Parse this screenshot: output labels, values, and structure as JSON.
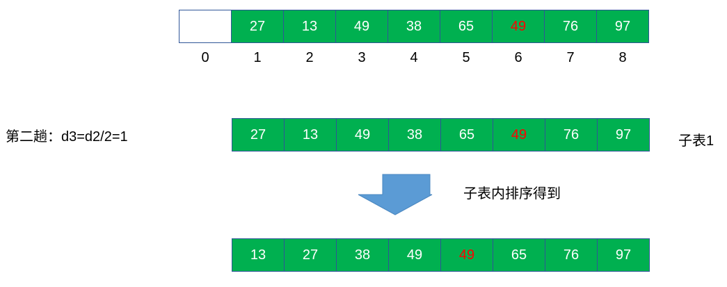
{
  "array_top": {
    "cells": [
      {
        "value": "",
        "empty": true
      },
      {
        "value": "27"
      },
      {
        "value": "13"
      },
      {
        "value": "49"
      },
      {
        "value": "38"
      },
      {
        "value": "65"
      },
      {
        "value": "49",
        "highlight": true
      },
      {
        "value": "76"
      },
      {
        "value": "97"
      }
    ],
    "indices": [
      "0",
      "1",
      "2",
      "3",
      "4",
      "5",
      "6",
      "7",
      "8"
    ]
  },
  "pass_label": "第二趟：d3=d2/2=1",
  "array_mid": {
    "cells": [
      {
        "value": "27"
      },
      {
        "value": "13"
      },
      {
        "value": "49"
      },
      {
        "value": "38"
      },
      {
        "value": "65"
      },
      {
        "value": "49",
        "highlight": true
      },
      {
        "value": "76"
      },
      {
        "value": "97"
      }
    ]
  },
  "sublist_label": "子表1",
  "sort_label": "子表内排序得到",
  "array_bottom": {
    "cells": [
      {
        "value": "13"
      },
      {
        "value": "27"
      },
      {
        "value": "38"
      },
      {
        "value": "49"
      },
      {
        "value": "49",
        "highlight": true
      },
      {
        "value": "65"
      },
      {
        "value": "76"
      },
      {
        "value": "97"
      }
    ]
  },
  "colors": {
    "cell_fill": "#00b050",
    "cell_border": "#2f5597",
    "cell_text": "#ffffff",
    "highlight_text": "#ff0000",
    "arrow_fill": "#5b9bd5"
  },
  "icons": {
    "arrow": "down-arrow-icon"
  }
}
